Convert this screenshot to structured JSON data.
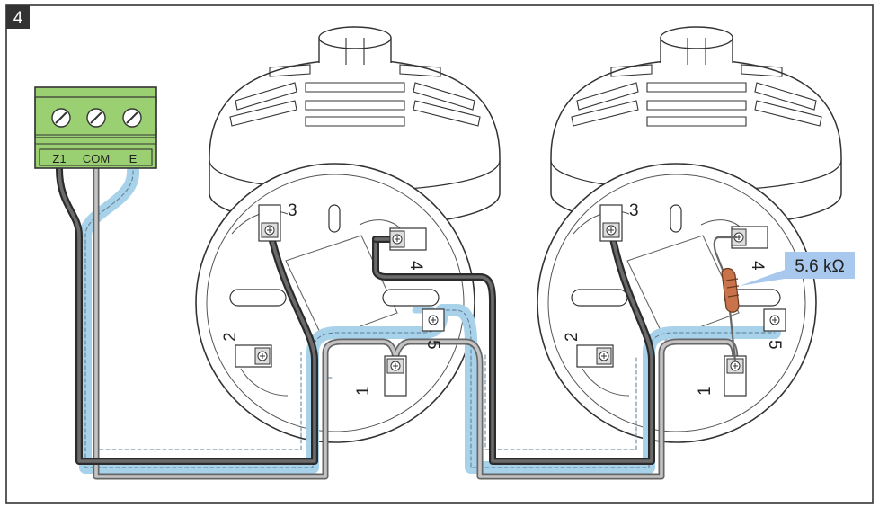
{
  "figure": {
    "number": "4"
  },
  "terminal_block": {
    "labels": [
      "Z1",
      "COM",
      "E"
    ],
    "color": "#9bd072"
  },
  "detectors": [
    {
      "terminals": [
        "3",
        "4",
        "5",
        "2",
        "1"
      ]
    },
    {
      "terminals": [
        "3",
        "4",
        "5",
        "2",
        "1"
      ]
    }
  ],
  "resistor": {
    "label": "5.6 kΩ",
    "color": "#c8734a"
  },
  "colors": {
    "wire_dark": "#444444",
    "wire_grey": "#999999",
    "shield": "#a8d2ea",
    "callout": "#a8c8ee"
  }
}
